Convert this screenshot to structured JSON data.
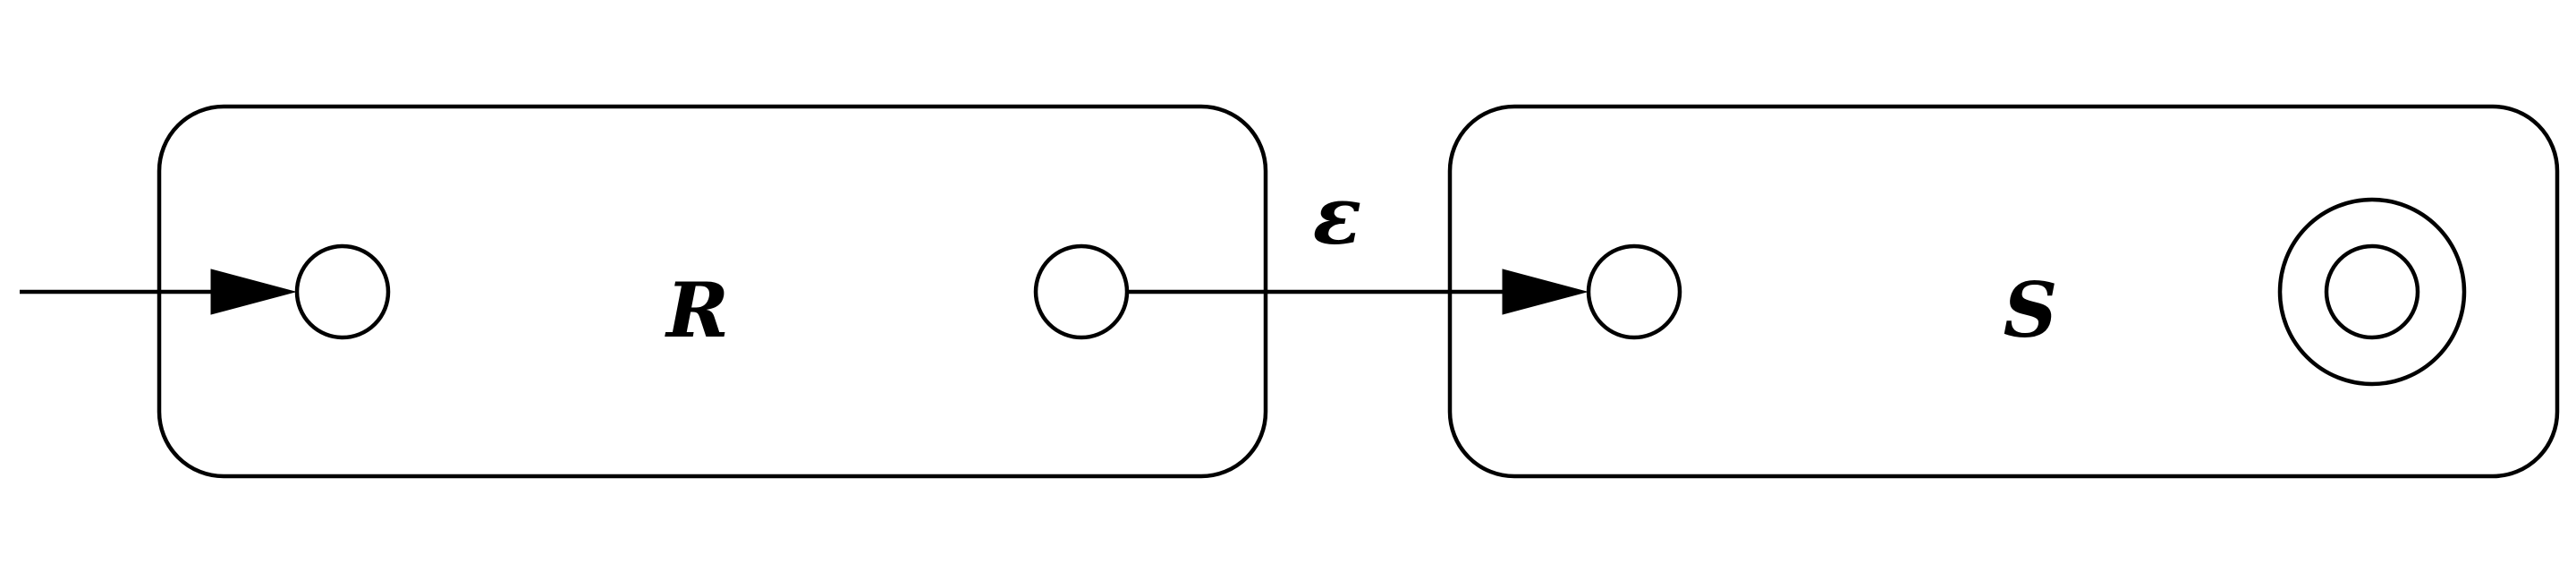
{
  "diagram": {
    "machines": [
      {
        "label": "R"
      },
      {
        "label": "S"
      }
    ],
    "transition": {
      "label": "ε"
    }
  }
}
